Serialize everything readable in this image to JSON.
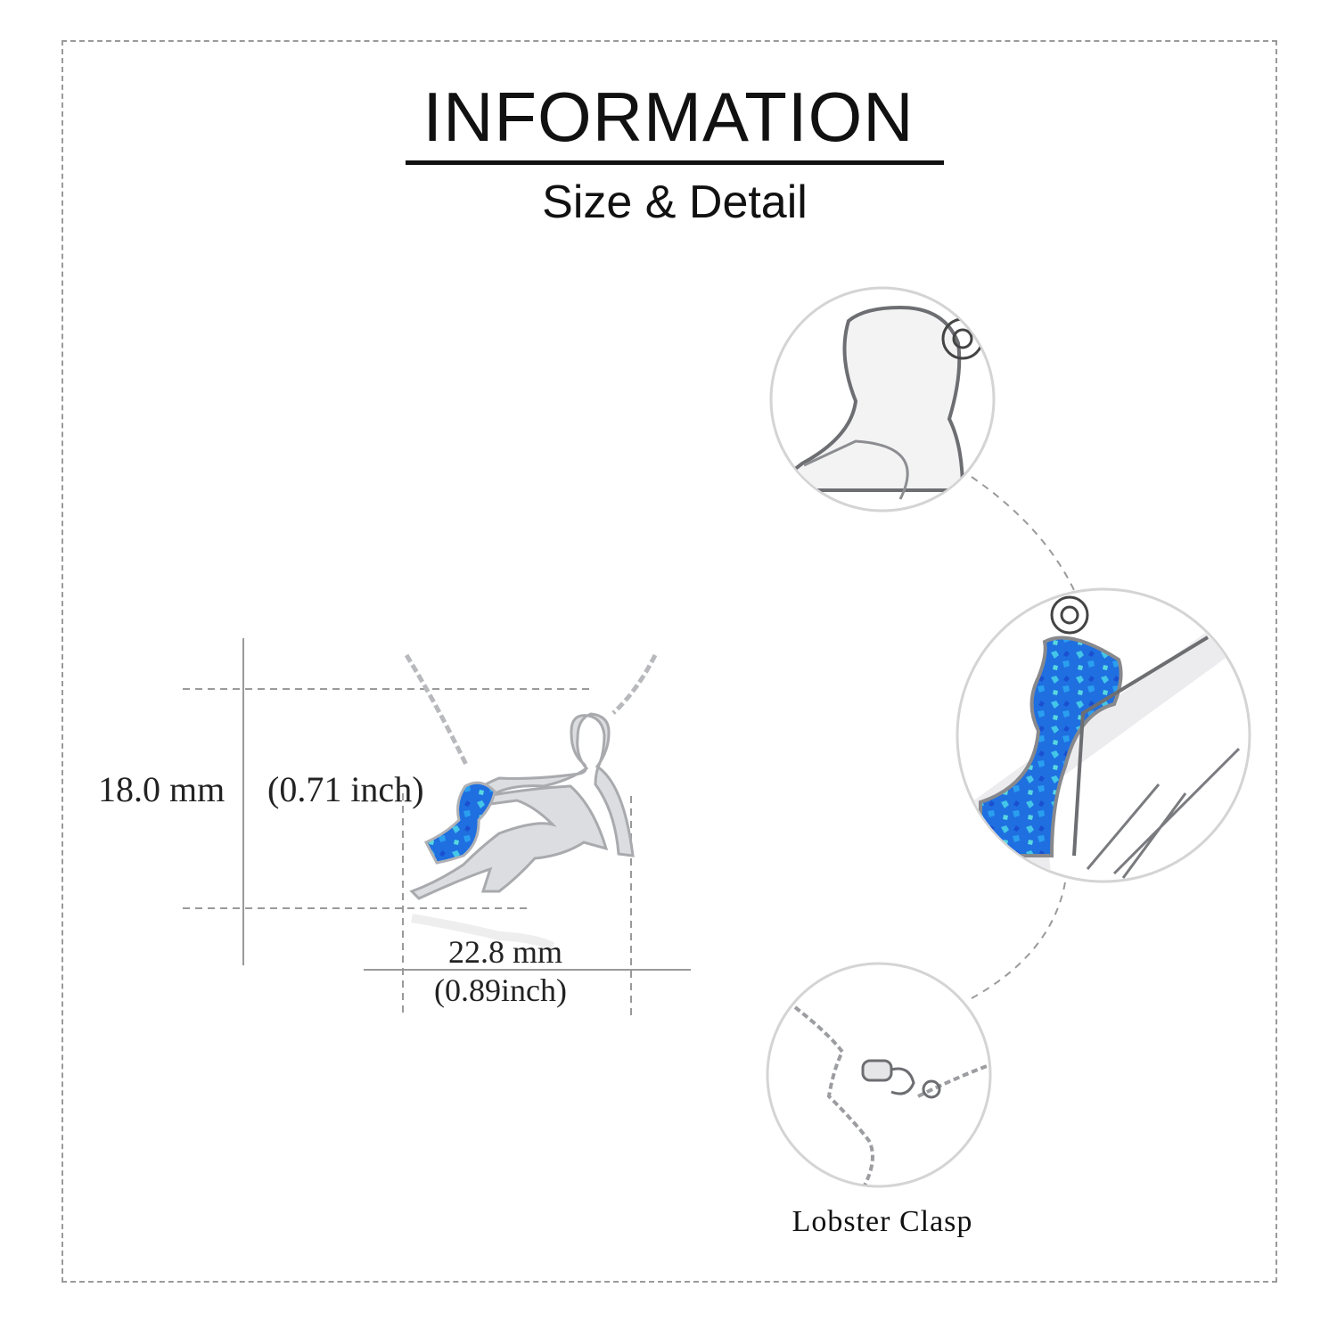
{
  "header": {
    "title": "INFORMATION",
    "subtitle": "Size & Detail"
  },
  "dimensions": {
    "height_mm": "18.0 mm",
    "height_inch": "(0.71 inch)",
    "width_mm": "22.8 mm",
    "width_inch": "(0.89inch)"
  },
  "details": {
    "clasp_label": "Lobster  Clasp"
  },
  "colors": {
    "background": "#ffffff",
    "frame": "#9a9a9a",
    "metal": "#d9dadd",
    "opal": "#1f7fe0",
    "opal_light": "#43c6e8"
  }
}
